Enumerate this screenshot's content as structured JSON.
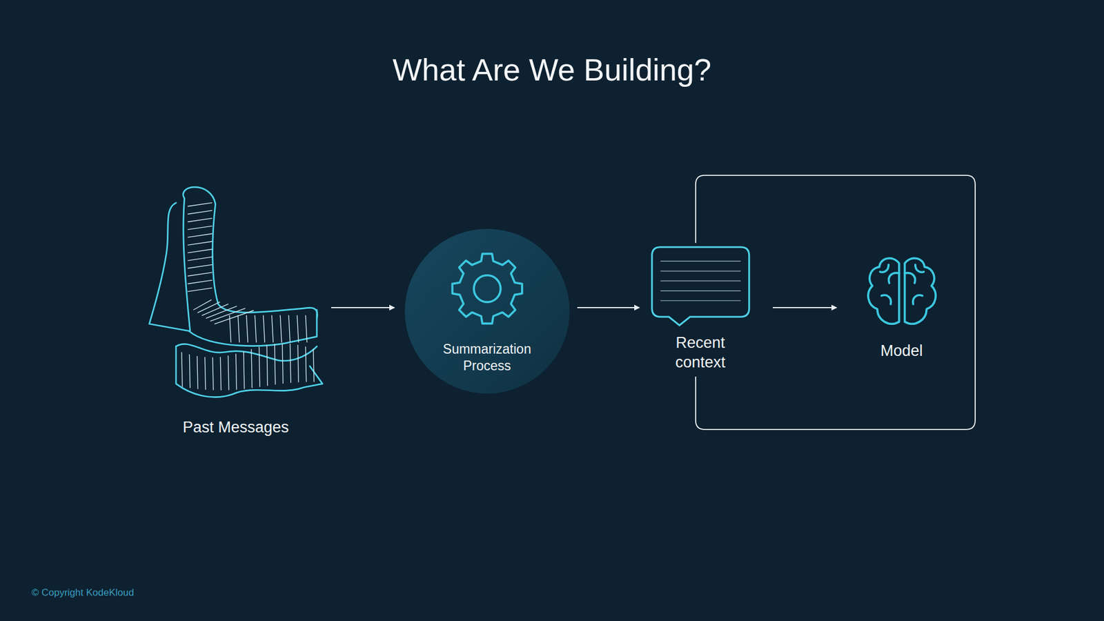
{
  "diagram": {
    "title": "What Are We Building?",
    "nodes": [
      {
        "text": [
          "Past Messages"
        ]
      },
      {
        "text": [
          "Summarization Process"
        ]
      },
      {
        "text": [
          "Recent context"
        ]
      },
      {
        "text": [
          "Model"
        ]
      }
    ],
    "edges": [
      {
        "from": 0,
        "to": 1,
        "arrow": "to"
      },
      {
        "from": 1,
        "to": 2,
        "arrow": "to"
      },
      {
        "from": 2,
        "to": 3,
        "arrow": "to"
      }
    ],
    "labels": [
      "© Copyright KodeKloud"
    ]
  }
}
